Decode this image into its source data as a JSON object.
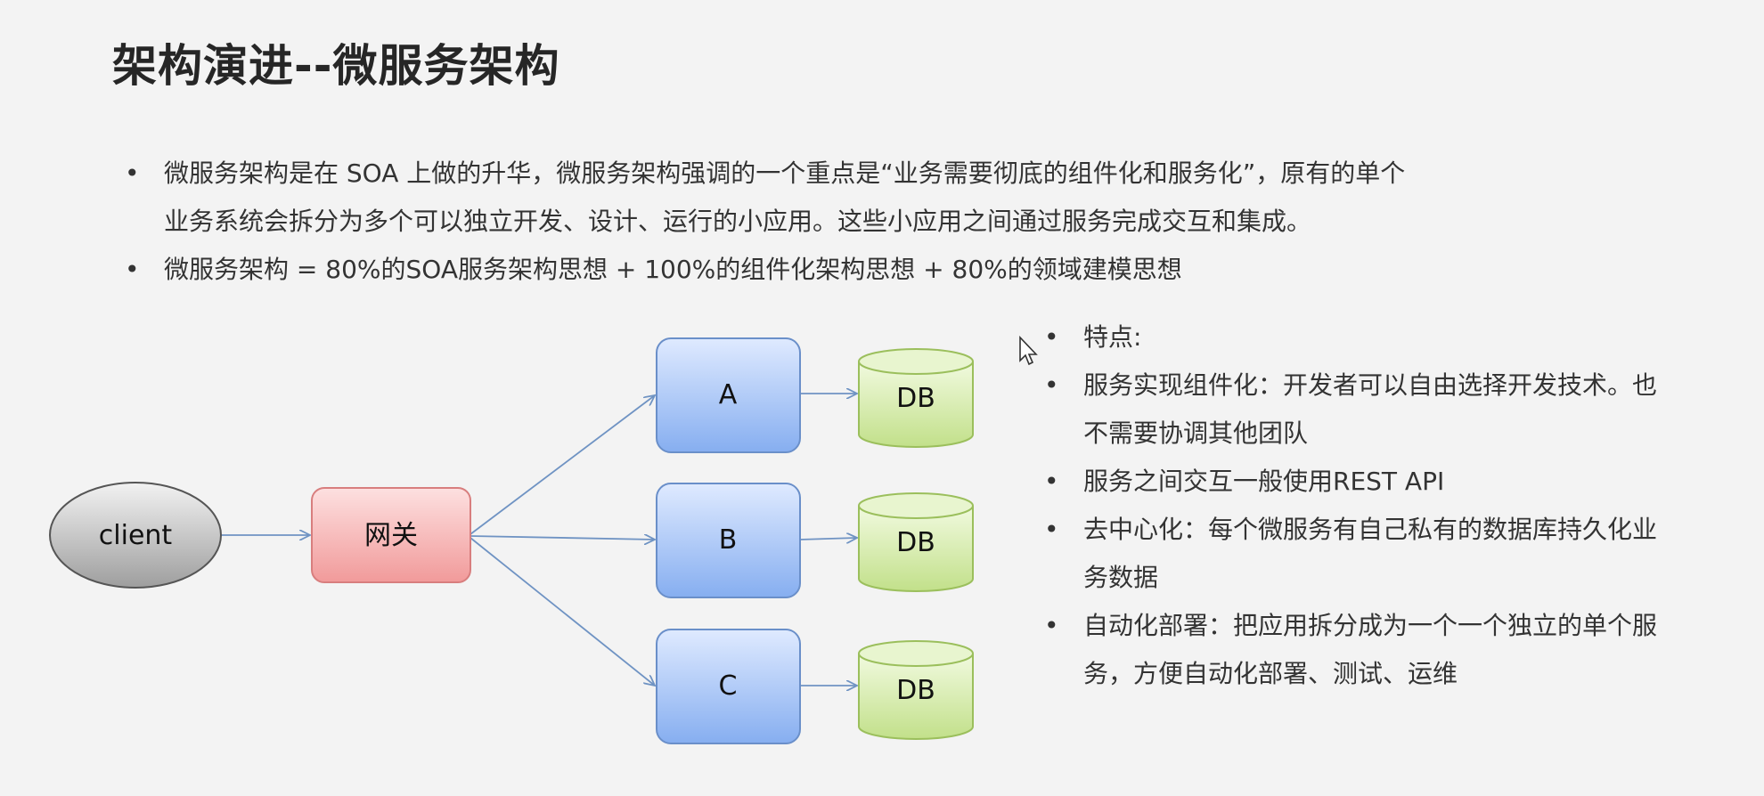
{
  "title": "架构演进--微服务架构",
  "bullets": [
    {
      "line1": "微服务架构是在 SOA 上做的升华，微服务架构强调的一个重点是“业务需要彻底的组件化和服务化”，原有的单个",
      "line2": "业务系统会拆分为多个可以独立开发、设计、运行的小应用。这些小应用之间通过服务完成交互和集成。"
    },
    {
      "line1": "微服务架构 = 80%的SOA服务架构思想 + 100%的组件化架构思想 + 80%的领域建模思想"
    }
  ],
  "bullet_glyph": "•",
  "diagram": {
    "client_label": "client",
    "gateway_label": "网关",
    "services": [
      "A",
      "B",
      "C"
    ],
    "db_label": "DB",
    "colors": {
      "client_fill": "#c8c8c8",
      "gateway_fill": "#f4a9a9",
      "service_fill": "#9dbdf2",
      "db_fill": "#cfe8a0",
      "arrow": "#6f93c3"
    }
  },
  "features": [
    {
      "line1": "特点:"
    },
    {
      "line1": "服务实现组件化：开发者可以自由选择开发技术。也",
      "line2": "不需要协调其他团队"
    },
    {
      "line1": "服务之间交互一般使用REST API"
    },
    {
      "line1": "去中心化：每个微服务有自己私有的数据库持久化业",
      "line2": "务数据"
    },
    {
      "line1": "自动化部署：把应用拆分成为一个一个独立的单个服",
      "line2": "务，方便自动化部署、测试、运维"
    }
  ]
}
